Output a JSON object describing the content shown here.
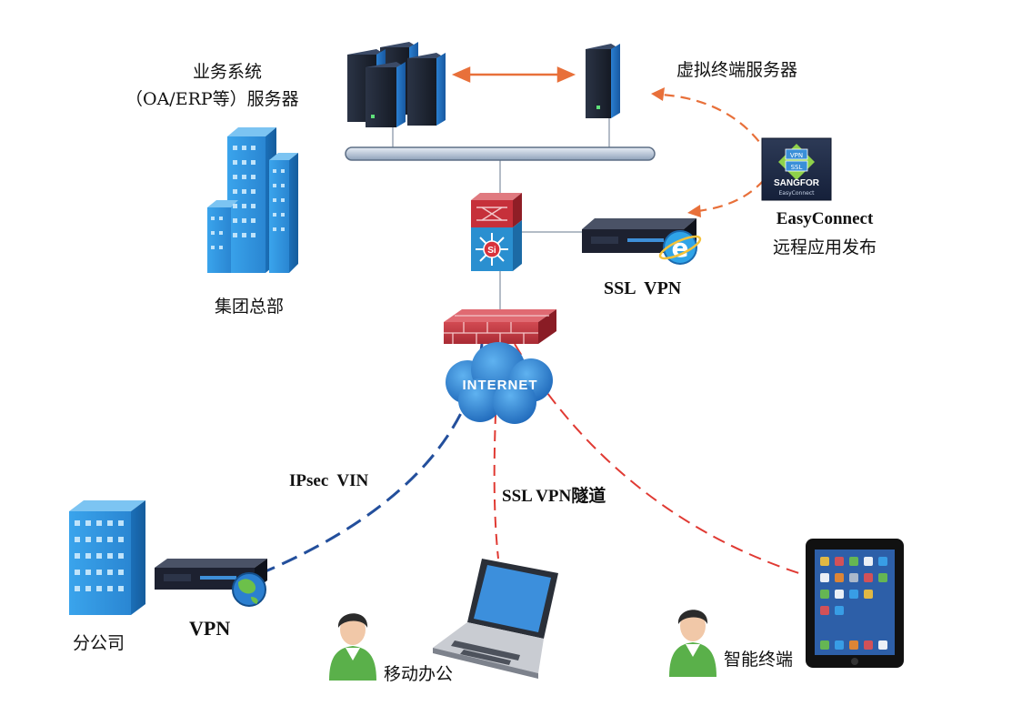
{
  "labels": {
    "business_system_line1": "业务系统",
    "business_system_line2": "（OA/ERP等）服务器",
    "virtual_terminal_server": "虚拟终端服务器",
    "group_hq": "集团总部",
    "easyconnect_title": "EasyConnect",
    "easyconnect_sub": "远程应用发布",
    "ssl_vpn": "SSL  VPN",
    "ipsec": "IPsec  VIN",
    "ssl_tunnel": "SSL VPN隧道",
    "branch": "分公司",
    "vpn": "VPN",
    "mobile_office": "移动办公",
    "smart_terminal": "智能终端"
  },
  "icons": {
    "internet_text": "INTERNET",
    "sangfor_vpn": "VPN",
    "sangfor_ssl": "SSL",
    "sangfor_brand": "SANGFOR",
    "sangfor_product": "EasyConnect",
    "switch_chip": "Si"
  },
  "colors": {
    "orange_link": "#e8703a",
    "blue_tunnel": "#234f9c",
    "red_tunnel": "#e03a33",
    "building": "#2f8fd8",
    "server": "#1f2430"
  }
}
